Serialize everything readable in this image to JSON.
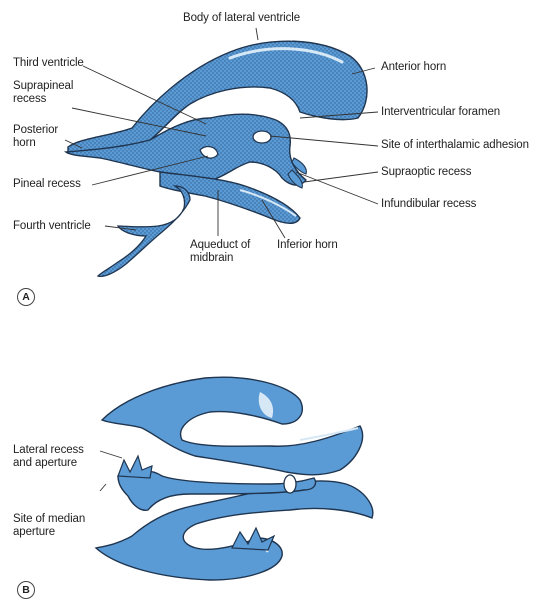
{
  "panel_a": {
    "letter": "A",
    "labels": {
      "body_lateral_ventricle": "Body of lateral ventricle",
      "third_ventricle": "Third ventricle",
      "anterior_horn": "Anterior horn",
      "suprapineal_recess": "Suprapineal\nrecess",
      "posterior_horn": "Posterior\nhorn",
      "interventricular_foramen": "Interventricular foramen",
      "interthalamic_adhesion": "Site of interthalamic adhesion",
      "pineal_recess": "Pineal recess",
      "supraoptic_recess": "Supraoptic recess",
      "infundibular_recess": "Infundibular recess",
      "fourth_ventricle": "Fourth ventricle",
      "aqueduct": "Aqueduct of\nmidbrain",
      "inferior_horn": "Inferior horn"
    }
  },
  "panel_b": {
    "letter": "B",
    "labels": {
      "lateral_recess": "Lateral recess\nand aperture",
      "median_aperture": "Site of median\naperture"
    }
  },
  "colors": {
    "cast_fill": "#5b9bd5",
    "cast_dark": "#3e78b3",
    "cast_light": "#bcd8ef",
    "outline": "#1f3550",
    "leader": "#333333"
  }
}
